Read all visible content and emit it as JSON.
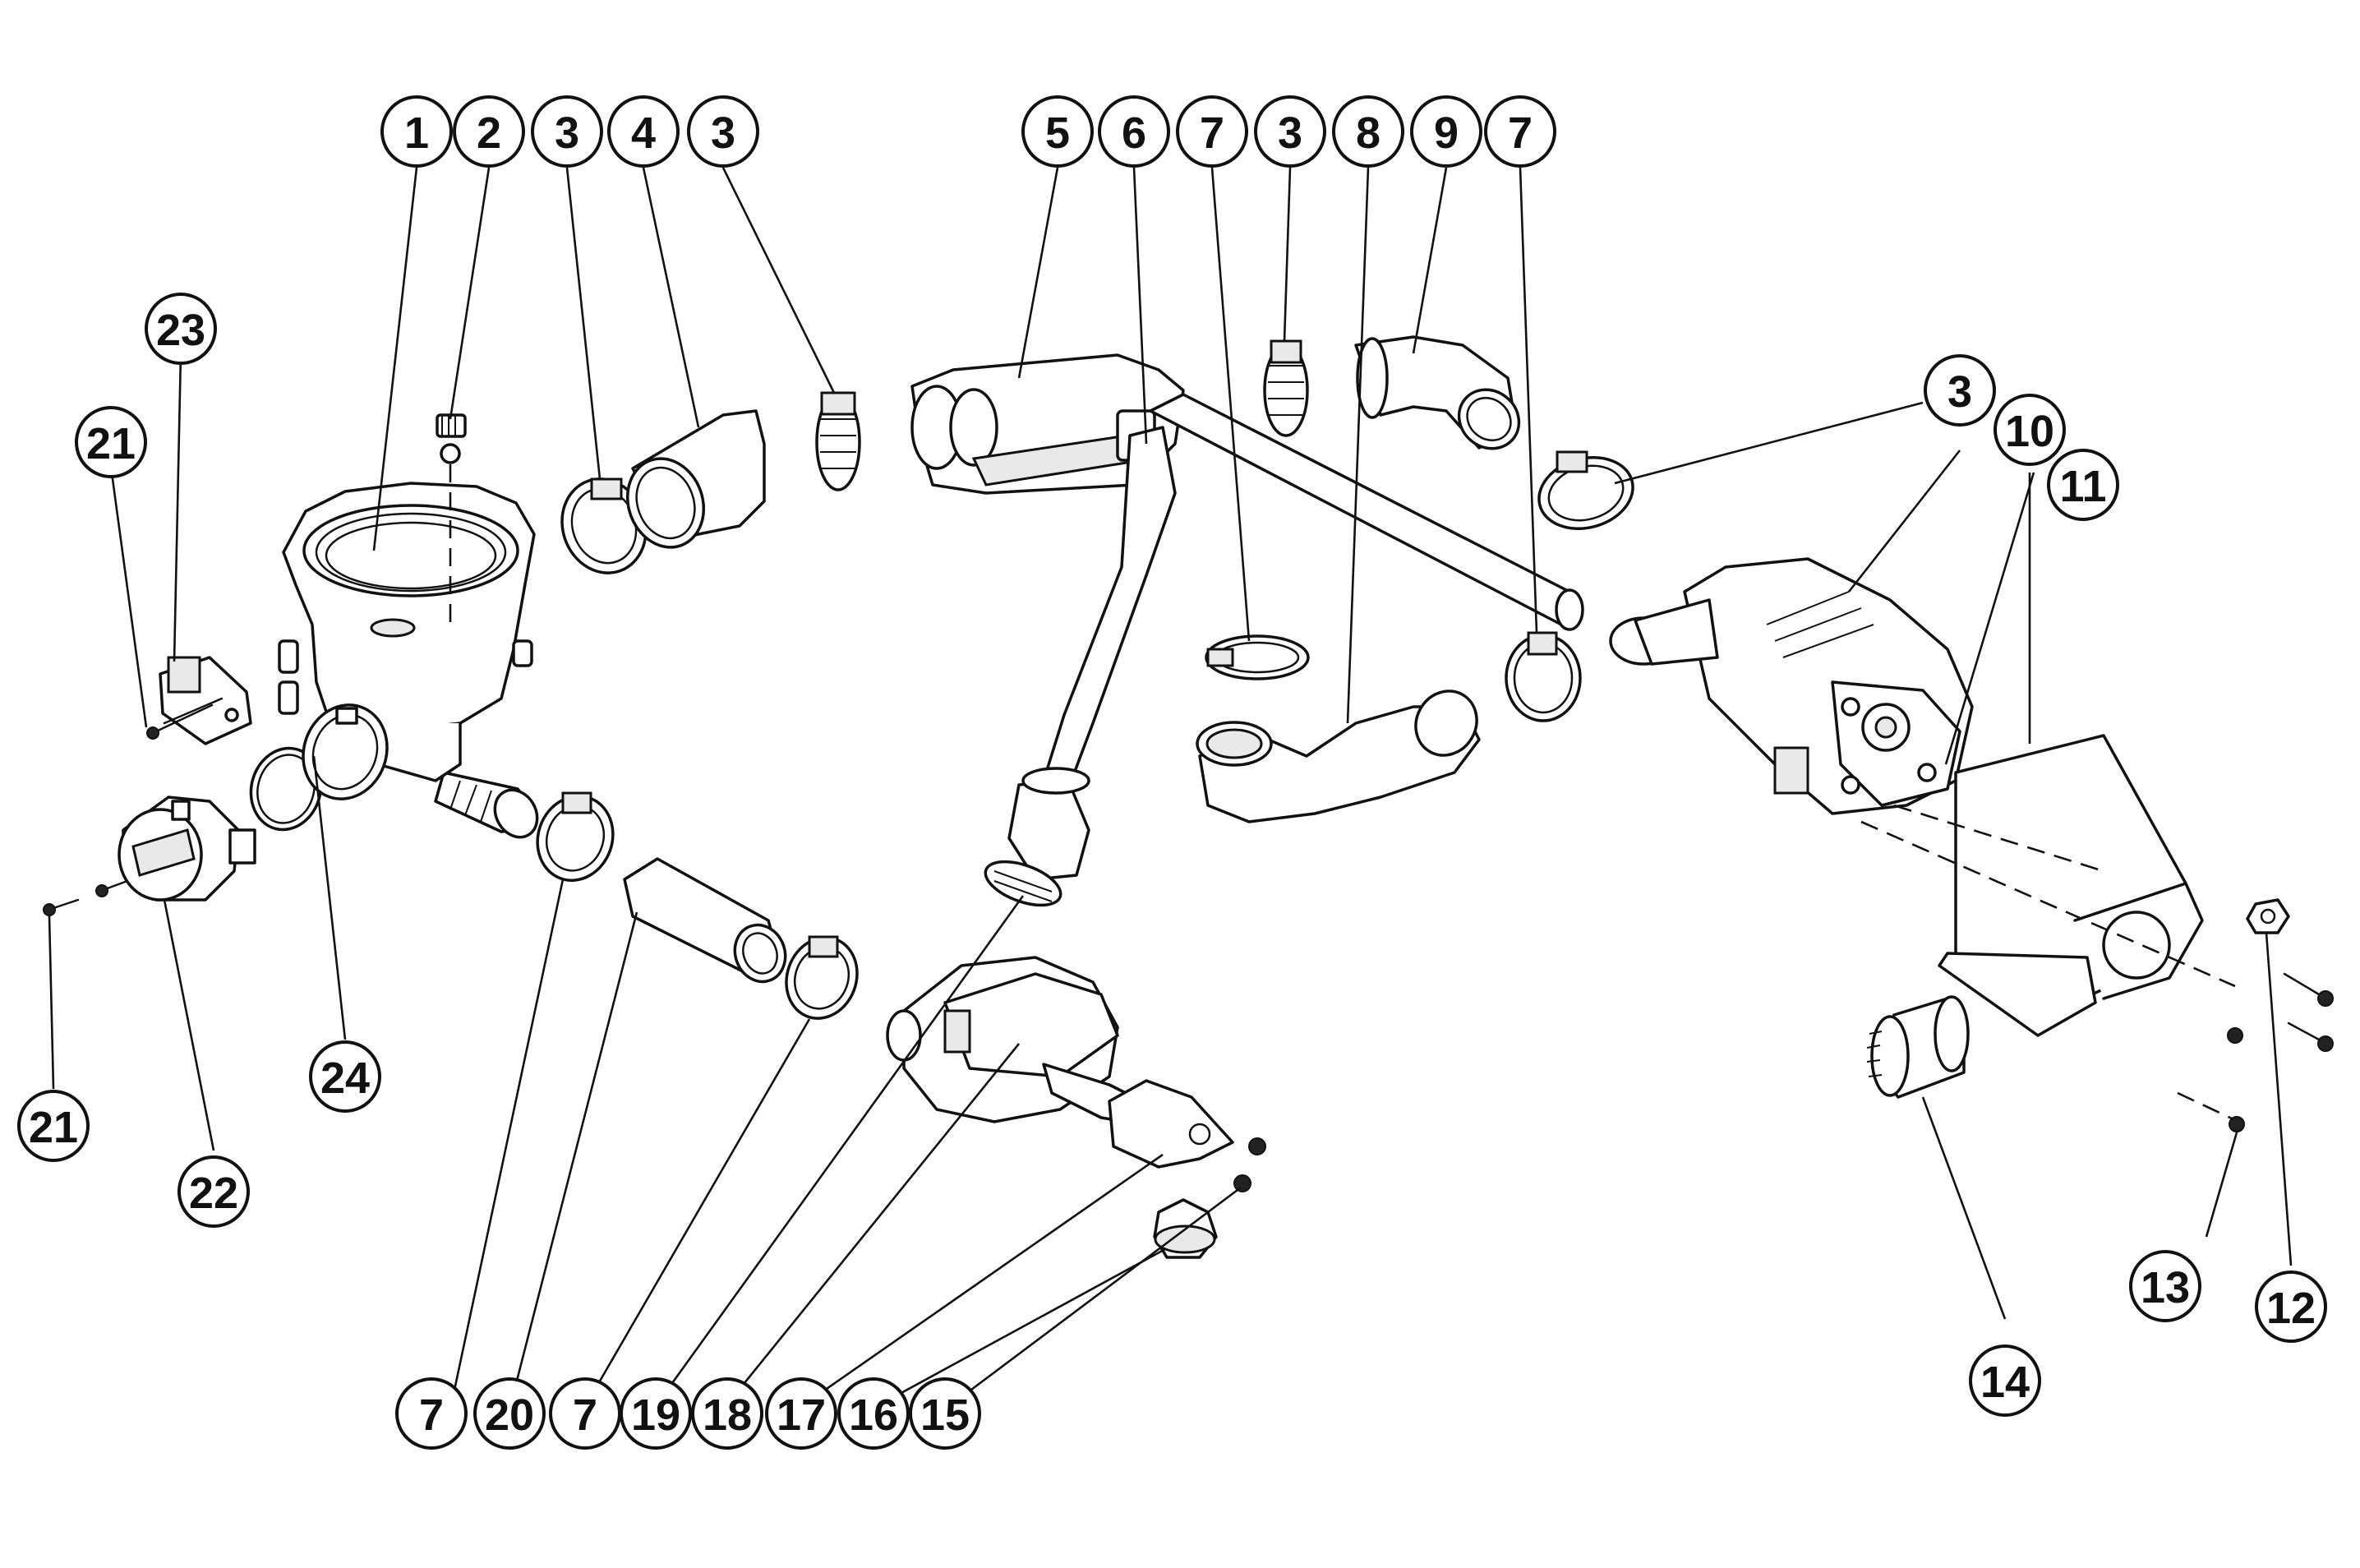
{
  "diagram": {
    "callouts": [
      {
        "id": "c1",
        "label": "1"
      },
      {
        "id": "c2",
        "label": "2"
      },
      {
        "id": "c3a",
        "label": "3"
      },
      {
        "id": "c4",
        "label": "4"
      },
      {
        "id": "c3b",
        "label": "3"
      },
      {
        "id": "c5",
        "label": "5"
      },
      {
        "id": "c6",
        "label": "6"
      },
      {
        "id": "c7a",
        "label": "7"
      },
      {
        "id": "c3c",
        "label": "3"
      },
      {
        "id": "c8",
        "label": "8"
      },
      {
        "id": "c9",
        "label": "9"
      },
      {
        "id": "c7b",
        "label": "7"
      },
      {
        "id": "c23",
        "label": "23"
      },
      {
        "id": "c21a",
        "label": "21"
      },
      {
        "id": "c3d",
        "label": "3"
      },
      {
        "id": "c10",
        "label": "10"
      },
      {
        "id": "c11",
        "label": "11"
      },
      {
        "id": "c24",
        "label": "24"
      },
      {
        "id": "c21b",
        "label": "21"
      },
      {
        "id": "c22",
        "label": "22"
      },
      {
        "id": "c13",
        "label": "13"
      },
      {
        "id": "c12",
        "label": "12"
      },
      {
        "id": "c14",
        "label": "14"
      },
      {
        "id": "c7c",
        "label": "7"
      },
      {
        "id": "c20",
        "label": "20"
      },
      {
        "id": "c7d",
        "label": "7"
      },
      {
        "id": "c19",
        "label": "19"
      },
      {
        "id": "c18",
        "label": "18"
      },
      {
        "id": "c17",
        "label": "17"
      },
      {
        "id": "c16",
        "label": "16"
      },
      {
        "id": "c15",
        "label": "15"
      }
    ]
  }
}
